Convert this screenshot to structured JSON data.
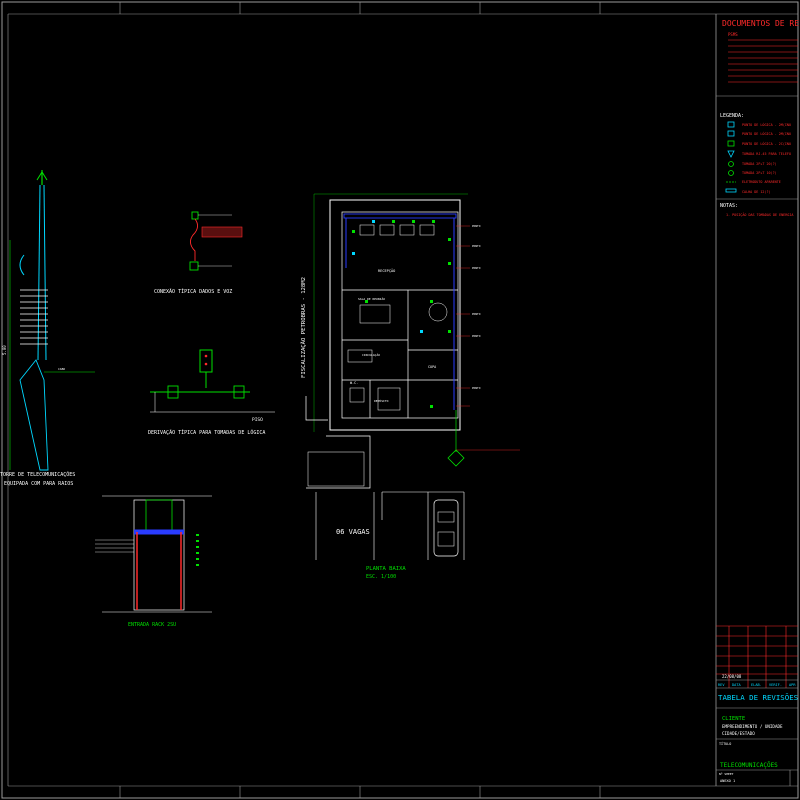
{
  "colors": {
    "background": "#000000",
    "frame": "#9a9a9a",
    "red": "#ff2a2a",
    "green": "#00e000",
    "cyan": "#00d8ff",
    "white": "#ffffff",
    "yellow": "#e0e000",
    "blue": "#2a3cff",
    "magenta": "#e000e0"
  },
  "right_panel": {
    "documents_title": "DOCUMENTOS DE REF",
    "documents_sub": "PSMS",
    "legend_title": "LEGENDA:",
    "legend_items": [
      "PONTO DE LÓGICA - 2M(INU",
      "PONTO DE LÓGICA - 2M(INU",
      "PONTO DE LÓGICA - 2C(INU",
      "TOMADA RJ-45 PARA TELEFO",
      "TOMADA 2P+T 20(?)",
      "TOMADA 2P+T 10(?)",
      "ELETRODUTO APARENTE",
      "CALHA DE 12(?)"
    ],
    "notes_title": "NOTAS:",
    "notes_item": "1. POSIÇÃO DAS TOMADAS DE ENERGIA",
    "rev_date": "22/08/08",
    "rev_headers": [
      "REV",
      "DATA",
      "ELAB.",
      "VERIF.",
      "APR"
    ],
    "revision_table_title": "TABELA DE REVISÕES",
    "client_label": "CLIENTE",
    "client_line1": "EMPREENDIMENTO / UNIDADE",
    "client_line2": "CIDADE/ESTADO",
    "title_label": "TÍTULO",
    "title_value": "TELECOMUNICAÇÕES",
    "sheet_label": "Nº SHEET",
    "sheet_value": "ANEXO 1"
  },
  "drawing": {
    "tower_caption_line1": "TORRE DE TELECOMUNICAÇÕES",
    "tower_caption_line2": "EQUIPADA COM PARA RAIOS",
    "tower_height": "5.00",
    "connection_caption": "CONEXÃO TÍPICA DADOS E VOZ",
    "derivation_label": "PISO",
    "derivation_caption": "DERIVAÇÃO TÍPICA PARA TOMADAS DE LÓGICA",
    "rack_caption": "ENTRADA RACK 2SU",
    "plan_side_label": "FISCALIZAÇÃO PETROBRAS - 128M2",
    "plan_title": "PLANTA BAIXA",
    "plan_scale": "ESC. 1/100",
    "parking_label": "06  VAGAS",
    "room_reception": "RECEPÇÃO",
    "room_meeting": "SALA DE REUNIÃO",
    "room_copa": "COPA",
    "room_wc": "W.C.",
    "room_circ": "CIRCULAÇÃO",
    "room_deposit": "DEPÓSITO"
  }
}
